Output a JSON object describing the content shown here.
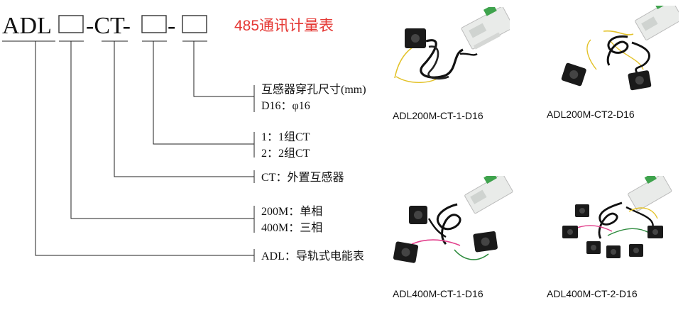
{
  "model_code": {
    "prefix": "ADL",
    "middle": "-CT-",
    "dash": "-",
    "title": "485通讯计量表"
  },
  "descriptions": [
    {
      "lines": [
        "互感器穿孔尺寸(mm)",
        "D16：φ16"
      ]
    },
    {
      "lines": [
        "1：1组CT",
        "2：2组CT"
      ]
    },
    {
      "lines": [
        "CT：外置互感器"
      ]
    },
    {
      "lines": [
        "200M：单相",
        "400M：三相"
      ]
    },
    {
      "lines": [
        "ADL：导轨式电能表"
      ]
    }
  ],
  "products": [
    {
      "caption": "ADL200M-CT-1-D16"
    },
    {
      "caption": "ADL200M-CT2-D16"
    },
    {
      "caption": "ADL400M-CT-1-D16"
    },
    {
      "caption": "ADL400M-CT-2-D16"
    }
  ],
  "colors": {
    "title": "#e53935",
    "wire_yellow": "#e3c229",
    "wire_pink": "#e2408c",
    "wire_green": "#2e8b3e",
    "meter_body": "#e9ebe9",
    "meter_terminal": "#3fa34d"
  }
}
